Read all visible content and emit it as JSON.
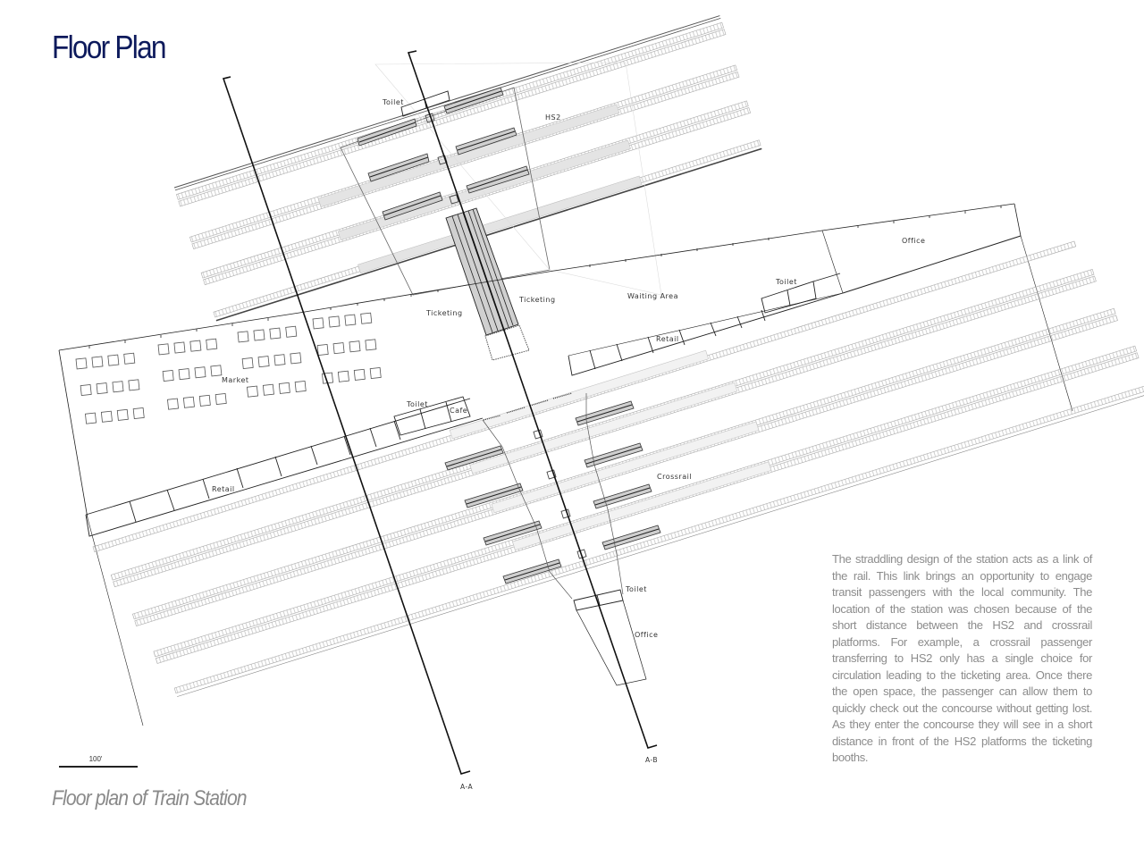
{
  "header": {
    "title": "Floor Plan"
  },
  "caption": "Floor plan of Train Station",
  "description": "The straddling design of the station acts as a link of the rail. This link brings an opportunity to engage transit passengers with the local community. The location of the station was chosen because of the short distance between the HS2 and crossrail platforms. For example, a crossrail passenger transferring to HS2 only has a single choice for circulation leading to the ticketing area.  Once there the open space, the passenger can allow them to quickly check out the concourse without getting lost. As they enter the concourse they will see in a short distance in front of the HS2 platforms the ticketing booths.",
  "scale_bar": {
    "label": "100'"
  },
  "section_markers": {
    "a": "A-A",
    "b": "A-B"
  },
  "rooms": {
    "toilet_hs2": "Toilet",
    "hs2": "HS2",
    "ticketing_left": "Ticketing",
    "ticketing_right": "Ticketing",
    "waiting_area": "Waiting Area",
    "toilet_waiting": "Toilet",
    "office_top": "Office",
    "retail_right": "Retail",
    "market": "Market",
    "toilet_cafe": "Toilet",
    "cafe": "Cafe",
    "retail_left": "Retail",
    "crossrail": "Crossrail",
    "toilet_bottom": "Toilet",
    "office_bottom": "Office"
  },
  "colors": {
    "title": "#0d1a5c",
    "caption": "#8a8a8a",
    "body_text": "#8c8c8c",
    "line": "#222222",
    "track": "#9a9a9a",
    "platform_fill": "#cfcfcf"
  }
}
